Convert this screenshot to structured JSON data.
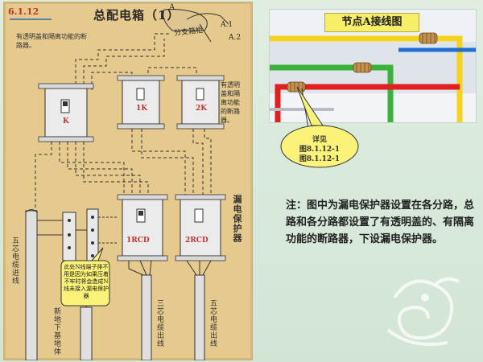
{
  "diagram": {
    "section_number": "6.1.12",
    "title": "总配电箱（1）",
    "label_A": "A",
    "label_A1": "A.1",
    "label_A2": "A.2",
    "branch_box_label": "分支箱柜",
    "note_top_left": "有透明盖和隔离功能的断路器。",
    "note_mid_right": "有透明盖和隔离功能的断路器。",
    "breaker_labels": [
      "K",
      "1K",
      "2K",
      "1RCD",
      "2RCD"
    ],
    "side_label_leakage": "漏电保护器",
    "cable_label_left": "五芯电缆进线",
    "cable_label_bottom_left": "新地下基地体",
    "cable_label_bottom_mid": "三芯电缆出线",
    "cable_label_bottom_right": "五芯电缆出线",
    "callout_bottom": "此处N线端子排不用是因为如果压着不牢时将会造成N线未接入漏电保护器"
  },
  "node_diagram": {
    "title": "节点A接线图",
    "callout": [
      "详见",
      "图8.1.12-1",
      "图8.1.12-1"
    ],
    "wire_colors": {
      "red": "#e0201c",
      "yellow": "#f5d21c",
      "green": "#3bb23a",
      "blue": "#1f6fd0",
      "gray": "#b9bcc4"
    }
  },
  "note": {
    "text": "注：图中为漏电保护器设置在各分路，总路和各分路都设置了有透明盖的、有隔离功能的断路器，下设漏电保护器。"
  }
}
